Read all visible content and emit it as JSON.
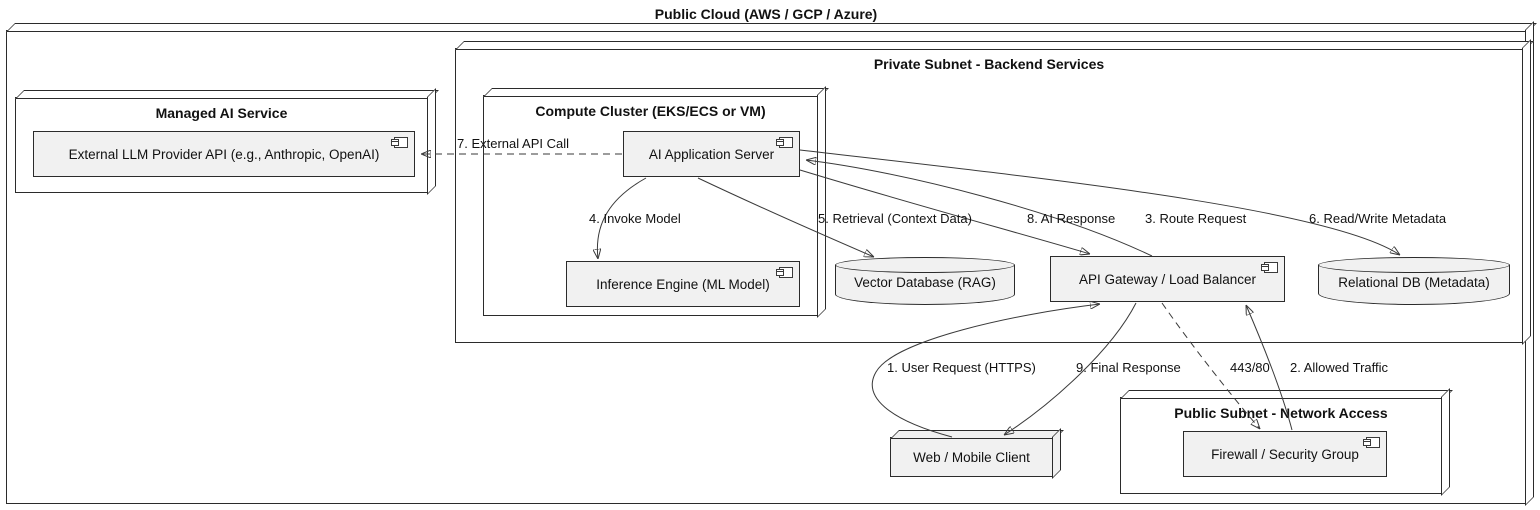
{
  "diagram_type": "deployment",
  "nodes": {
    "public_cloud": {
      "title": "Public Cloud (AWS / GCP / Azure)"
    },
    "managed_ai_service": {
      "title": "Managed AI Service"
    },
    "llm_api": {
      "label": "External LLM Provider API (e.g., Anthropic, OpenAI)"
    },
    "private_subnet": {
      "title": "Private Subnet - Backend Services"
    },
    "compute_cluster": {
      "title": "Compute Cluster (EKS/ECS or VM)"
    },
    "app_server": {
      "label": "AI Application Server"
    },
    "inference_engine": {
      "label": "Inference Engine (ML Model)"
    },
    "vector_db": {
      "label": "Vector Database (RAG)"
    },
    "api_gateway": {
      "label": "API Gateway / Load Balancer"
    },
    "relational_db": {
      "label": "Relational DB (Metadata)"
    },
    "public_subnet": {
      "title": "Public Subnet - Network Access"
    },
    "firewall": {
      "label": "Firewall / Security Group"
    },
    "web_client": {
      "label": "Web / Mobile Client"
    }
  },
  "edges": {
    "e1": {
      "label": "1. User Request (HTTPS)",
      "from": "web_client",
      "to": "api_gateway",
      "line": "solid"
    },
    "e2": {
      "label": "2. Allowed Traffic",
      "from": "firewall",
      "to": "api_gateway",
      "line": "solid"
    },
    "e3": {
      "label": "3. Route Request",
      "from": "api_gateway",
      "to": "app_server",
      "line": "solid"
    },
    "e4": {
      "label": "4. Invoke Model",
      "from": "app_server",
      "to": "inference_engine",
      "line": "solid"
    },
    "e5": {
      "label": "5. Retrieval (Context Data)",
      "from": "app_server",
      "to": "vector_db",
      "line": "solid"
    },
    "e6": {
      "label": "6. Read/Write Metadata",
      "from": "app_server",
      "to": "relational_db",
      "line": "solid"
    },
    "e7": {
      "label": "7. External API Call",
      "from": "app_server",
      "to": "llm_api",
      "line": "dashed"
    },
    "e8": {
      "label": "8. AI Response",
      "from": "app_server",
      "to": "api_gateway",
      "line": "solid"
    },
    "e9": {
      "label": "9. Final Response",
      "from": "api_gateway",
      "to": "web_client",
      "line": "solid"
    },
    "e443": {
      "label": "443/80",
      "from": "api_gateway",
      "to": "firewall",
      "line": "dashed"
    }
  },
  "colors": {
    "border": "#2b2b2b",
    "edge": "#3a3a3a",
    "node_fill": "#ffffff",
    "component_fill": "#f1f1f1",
    "text": "#111111"
  }
}
